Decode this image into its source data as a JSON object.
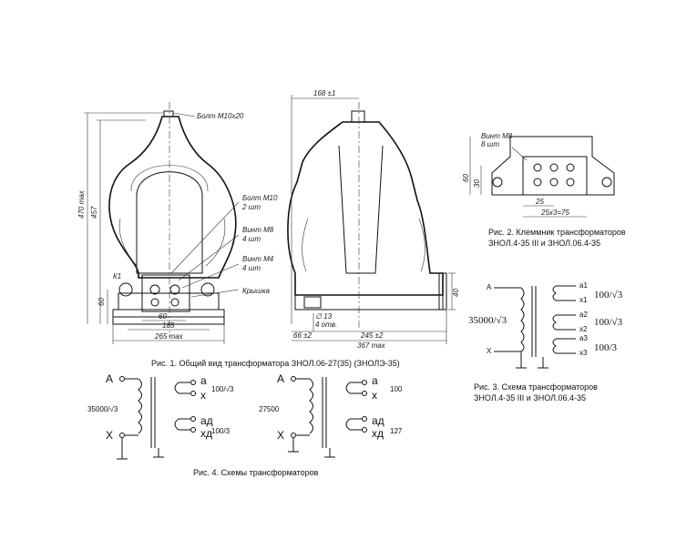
{
  "fig1": {
    "caption": "Рис. 1. Общий вид трансформатора ЗНОЛ.06-27(35) (ЗНОЛЭ-35)",
    "labels": {
      "bolt_m10x20": "Болт М10х20",
      "bolt_m10": "Болт М10",
      "bolt_m10_qty": "2 шт",
      "screw_m8": "Винт М8",
      "screw_m8_qty": "4 шт",
      "screw_m4": "Винт М4",
      "screw_m4_qty": "4 шт",
      "cover": "Крышка",
      "k1": "К1"
    },
    "dims": {
      "h470": "470 max",
      "h457": "457",
      "h60": "60",
      "w60": "60",
      "w185": "185",
      "w265": "265 max",
      "w168": "168 ±1",
      "hole13": "∅ 13",
      "hole13_qty": "4 отв.",
      "w66": "66 ±2",
      "w245": "245 ±2",
      "w367": "367 max",
      "h40": "40"
    }
  },
  "fig2": {
    "caption_line1": "Рис. 2. Клеммник трансформаторов",
    "caption_line2": "ЗНОЛ.4-35 III и ЗНОЛ.06.4-35",
    "screw": "Винт М8",
    "screw_qty": "8 шт",
    "h60": "60",
    "h30": "30",
    "w25": "25",
    "w25x3": "25х3=75"
  },
  "fig3": {
    "caption_line1": "Рис. 3. Схема трансформаторов",
    "caption_line2": "ЗНОЛ.4-35 III и ЗНОЛ.06.4-35",
    "A": "A",
    "X": "X",
    "primary_ratio": "35000/√3",
    "a1": "a1",
    "x1": "x1",
    "a2": "a2",
    "x2": "x2",
    "a3": "a3",
    "x3": "x3",
    "r1": "100/√3",
    "r2": "100/√3",
    "r3": "100/3"
  },
  "fig4": {
    "caption": "Рис. 4. Схемы трансформаторов",
    "left": {
      "A": "A",
      "X": "X",
      "primary": "35000/√3",
      "a": "a",
      "x": "x",
      "ad": "aд",
      "xd": "xд",
      "r1": "100/√3",
      "r2": "100/3"
    },
    "right": {
      "A": "A",
      "X": "X",
      "primary": "27500",
      "a": "a",
      "x": "x",
      "ad": "aд",
      "xd": "xд",
      "r1": "100",
      "r2": "127"
    }
  }
}
